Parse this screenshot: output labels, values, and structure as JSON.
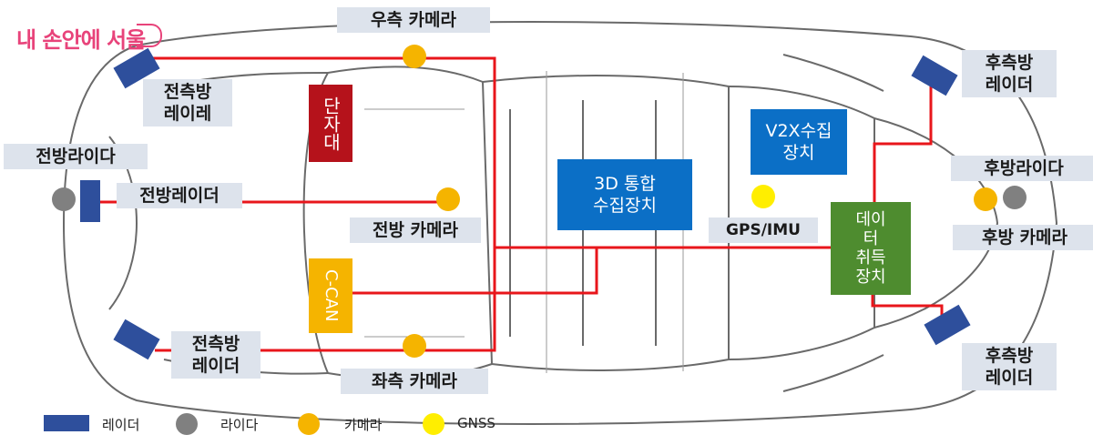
{
  "brand": "내 손안에 서울",
  "labels": {
    "front_left_radar_upper": "전측방\n레이레",
    "front_lidar": "전방라이다",
    "front_radar": "전방레이더",
    "front_left_radar_lower": "전측방\n레이더",
    "right_camera": "우측 카메라",
    "front_camera": "전방 카메라",
    "left_camera": "좌측 카메라",
    "rear_side_radar_upper": "후측방\n레이더",
    "rear_lidar": "후방라이다",
    "rear_camera": "후방 카메라",
    "rear_side_radar_lower": "후측방\n레이더",
    "gps_imu": "GPS/IMU"
  },
  "boxes": {
    "terminal": "단자대",
    "ccan": "C-CAN",
    "integrated": "3D 통합\n수집장치",
    "v2x": "V2X수집\n장치",
    "data_acq": "데이\n터\n취득\n장치"
  },
  "legend": [
    {
      "label": "레이더",
      "color": "#2e4f9c",
      "shape": "rect"
    },
    {
      "label": "라이다",
      "color": "#808080",
      "shape": "circle"
    },
    {
      "label": "카메라",
      "color": "#f5b400",
      "shape": "circle"
    },
    {
      "label": "GNSS",
      "color": "#ffee00",
      "shape": "circle"
    }
  ],
  "colors": {
    "wire": "#e8161b",
    "radar": "#2e4f9c",
    "lidar": "#808080",
    "camera": "#f5b400",
    "gnss": "#ffee00",
    "terminal_box": "#b5121b",
    "ccan_box": "#f5b400",
    "blue_box": "#0b6fc6",
    "green_box": "#4e8c2f",
    "label_bg": "#dde3ec",
    "brand": "#e8437a"
  }
}
